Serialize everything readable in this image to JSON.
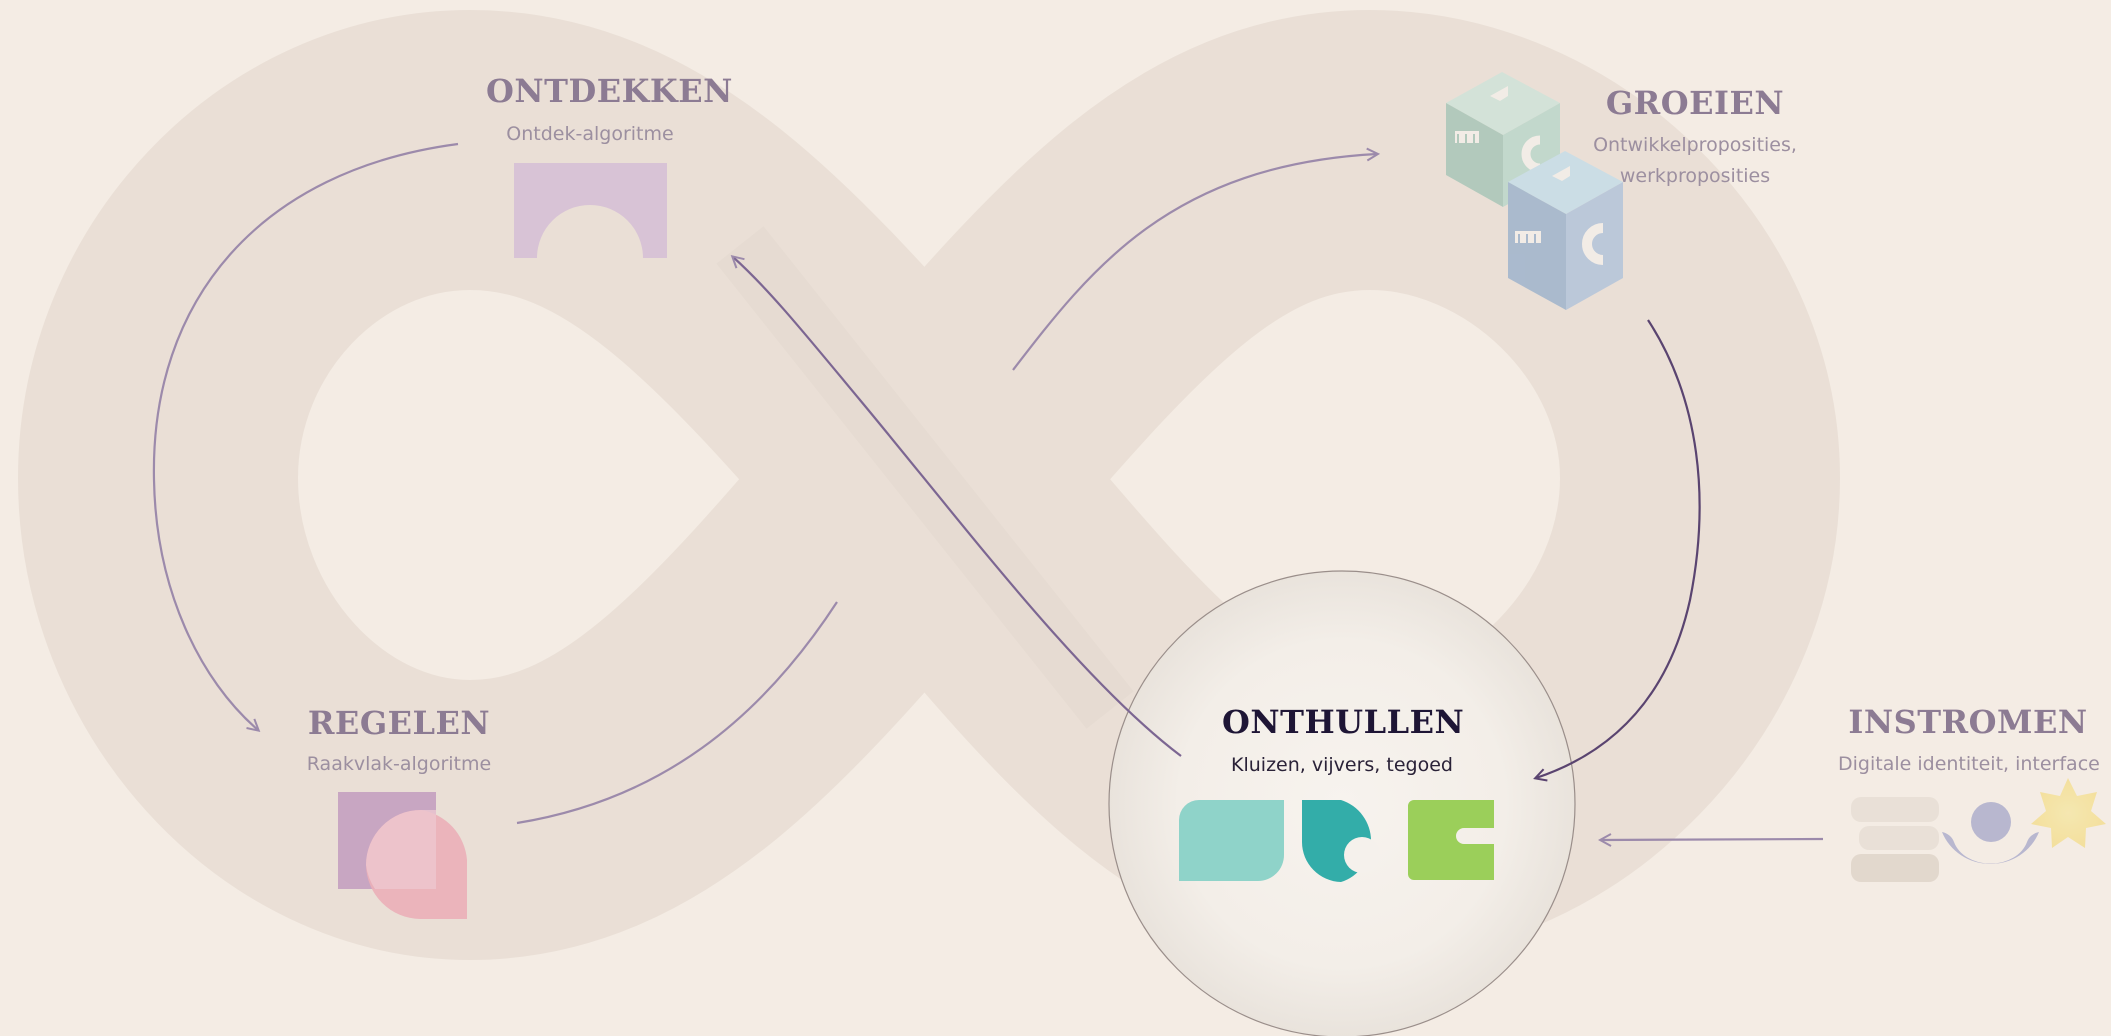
{
  "stages": {
    "ontdekken": {
      "title": "ONTDEKKEN",
      "subtitle": "Ontdek-algoritme"
    },
    "groeien": {
      "title": "GROEIEN",
      "subtitle_line1": "Ontwikkelpropositi­es,",
      "subtitle_line2": "werkproposities"
    },
    "regelen": {
      "title": "REGELEN",
      "subtitle": "Raakvlak-algoritme"
    },
    "onthullen": {
      "title": "ONTHULLEN",
      "subtitle": "Kluizen, vijvers, tegoed"
    },
    "instromen": {
      "title": "INSTROMEN",
      "subtitle": "Digitale identiteit, interface"
    }
  },
  "colors": {
    "background": "#f4ece4",
    "loop": "#e7ddd3",
    "arrow": "#9c8aab",
    "arrow_active": "#5a4470",
    "lilac": "#d8c3d6",
    "mauve": "#c8a6c2",
    "pink": "#eab0b8",
    "teal_light": "#8fd3c9",
    "teal": "#33ada9",
    "green": "#9bcf5a",
    "block_mint": "#b8d4c8",
    "block_blue": "#a9bcd3"
  },
  "active_stage": "onthullen"
}
